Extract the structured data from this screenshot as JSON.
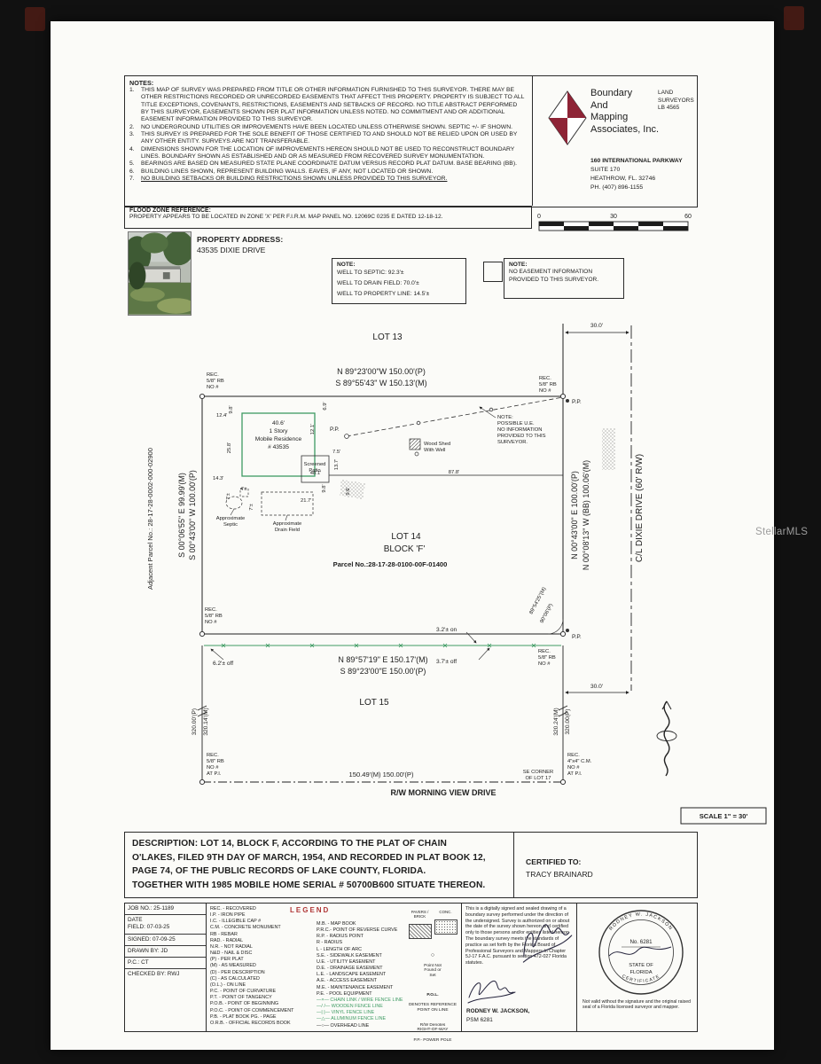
{
  "meta": {
    "watermark": "StellarMLS"
  },
  "header": {
    "notes_title": "NOTES:",
    "notes": [
      {
        "num": "1.",
        "text": "THIS MAP OF SURVEY WAS PREPARED FROM TITLE OR OTHER INFORMATION FURNISHED TO THIS SURVEYOR. THERE MAY BE OTHER RESTRICTIONS RECORDED OR UNRECORDED EASEMENTS THAT AFFECT THIS PROPERTY. PROPERTY IS SUBJECT TO ALL TITLE EXCEPTIONS, COVENANTS, RESTRICTIONS, EASEMENTS AND SETBACKS OF RECORD. NO TITLE ABSTRACT PERFORMED BY THIS SURVEYOR, EASEMENTS SHOWN PER PLAT INFORMATION UNLESS NOTED. NO COMMITMENT AND OR ADDITIONAL EASEMENT INFORMATION PROVIDED TO THIS SURVEYOR."
      },
      {
        "num": "2.",
        "text": "NO UNDERGROUND UTILITIES OR IMPROVEMENTS HAVE BEEN LOCATED UNLESS OTHERWISE SHOWN. SEPTIC +/- IF SHOWN."
      },
      {
        "num": "3.",
        "text": "THIS SURVEY IS PREPARED FOR THE SOLE BENEFIT OF THOSE CERTIFIED TO AND SHOULD NOT BE RELIED UPON OR USED BY ANY OTHER ENTITY. SURVEYS ARE NOT TRANSFERABLE."
      },
      {
        "num": "4.",
        "text": "DIMENSIONS SHOWN FOR THE LOCATION OF IMPROVEMENTS HEREON SHOULD NOT BE USED TO RECONSTRUCT BOUNDARY LINES. BOUNDARY SHOWN AS ESTABLISHED AND OR AS MEASURED FROM RECOVERED SURVEY MONUMENTATION."
      },
      {
        "num": "5.",
        "text": "BEARINGS ARE BASED ON MEASURED STATE PLANE COORDINATE DATUM VERSUS RECORD PLAT DATUM.  BASE BEARING (BB)."
      },
      {
        "num": "6.",
        "text": "BUILDING LINES SHOWN, REPRESENT BUILDING WALLS. EAVES, IF ANY, NOT LOCATED OR SHOWN."
      },
      {
        "num": "7.",
        "text": "NO BUILDING SETBACKS OR BUILDING RESTRICTIONS SHOWN UNLESS PROVIDED TO THIS SURVEYOR."
      }
    ],
    "flood_title": "FLOOD ZONE REFERENCE:",
    "flood_text": "PROPERTY APPEARS TO BE LOCATED IN ZONE 'X' PER F.I.R.M. MAP PANEL NO. 12069C 0235 E DATED 12-18-12.",
    "company": {
      "name1": "Boundary",
      "name2": "And",
      "name3": "Mapping",
      "name4": "Associates, Inc.",
      "type1": "LAND",
      "type2": "SURVEYORS",
      "type3": "LB 4565",
      "addr1": "160 INTERNATIONAL PARKWAY",
      "addr2": "SUITE 170",
      "addr3": "HEATHROW, FL. 32746",
      "addr4": "PH. (407) 896-1155"
    },
    "scalebar": {
      "t0": "0",
      "t30": "30",
      "t60": "60"
    }
  },
  "property": {
    "label": "PROPERTY ADDRESS:",
    "address": "43535 DIXIE DRIVE"
  },
  "well_note": {
    "title": "NOTE:",
    "lines": [
      "WELL TO SEPTIC: 92.3'±",
      "WELL TO DRAIN FIELD: 70.0'±",
      "WELL TO PROPERTY LINE: 14.5'±"
    ]
  },
  "easement_note": {
    "title": "NOTE:",
    "lines": [
      "NO EASEMENT INFORMATION",
      "PROVIDED TO THIS SURVEYOR."
    ]
  },
  "survey": {
    "lot13": "LOT 13",
    "lot14": "LOT 14",
    "block": "BLOCK 'F'",
    "lot15": "LOT 15",
    "parcel": "Parcel No.:28-17-28-0100-00F-01400",
    "adjacent": "Adjacent Parcel No.: 28-17-28-0002-000-02900",
    "brg_n_p": "N 89°23'00\"W  150.00'(P)",
    "brg_n_m": "S 89°55'43\" W  150.13'(M)",
    "brg_s_m": "N 89°57'19\" E  150.17'(M)",
    "brg_s_p": "S 89°23'00\"E  150.00'(P)",
    "brg_w_m": "S 00°06'55\" E  99.99'(M)",
    "brg_w_p": "S 00°43'00\" W 100.00'(P)",
    "brg_e_p": "N 00°43'00\" E  100.00'(P)",
    "brg_e_m": "N 00°08'13\" W  (BB) 100.06'(M)",
    "dixie": "C/L DIXIE DRIVE (60' R/W)",
    "morning": "R/W MORNING VIEW DRIVE",
    "rec_rb": [
      "REC.",
      "5/8\" RB",
      "NO #"
    ],
    "rec_rb_pi": [
      "REC.",
      "5/8\" RB",
      "NO #",
      "AT P.I."
    ],
    "rec_cm_pi": [
      "REC.",
      "4\"x4\" C.M.",
      "NO #",
      "AT P.I."
    ],
    "pp": "P.P.",
    "ue_note": [
      "NOTE:",
      "POSSIBLE U.E.",
      "NO INFORMATION",
      "PROVIDED TO THIS",
      "SURVEYOR."
    ],
    "house": [
      "40.6'",
      "1 Story",
      "Mobile Residence",
      "# 43535"
    ],
    "patio": [
      "Screened",
      "Patio"
    ],
    "shed": [
      "Wood Shed",
      "With Well"
    ],
    "septic": [
      "Approximate",
      "Septic"
    ],
    "drain": [
      "Approximate",
      "Drain Field"
    ],
    "angle_m": "89°54'25\"(M)",
    "angle_p": "90°06'(P)",
    "on32": "3.2'± on",
    "off37": "3.7'± off",
    "off62": "6.2'± off",
    "v_l1": "320.00'(P)",
    "v_l2": "320.14'(M)",
    "v_r1": "320.24'(M)",
    "v_r2": "320.00(P)",
    "dim150": "150.49'(M)   150.00'(P)",
    "se17a": "SE CORNER",
    "se17b": "OF LOT 17",
    "n30": "30.0'",
    "scale_note": "SCALE 1\" = 30'",
    "dims": {
      "d124": "12.4'",
      "d98a": "9.8'",
      "d69": "6.9'",
      "d121": "12.1'",
      "d75": "7.5'",
      "d137": "13.7'",
      "d258": "25.8'",
      "d143": "14.3'",
      "d481": "48.1'",
      "d878": "87.8'",
      "d217": "21.7'",
      "d98b": "9.8'",
      "d96": "9.6'",
      "d7a": "7'±",
      "d4": "4'±",
      "d7b": "7'±"
    }
  },
  "description": {
    "text": "DESCRIPTION: LOT 14,  BLOCK F, ACCORDING TO THE  PLAT OF CHAIN\nO'LAKES, FILED 9TH DAY OF MARCH, 1954, AND RECORDED IN PLAT BOOK 12,\nPAGE 74, OF THE PUBLIC RECORDS OF LAKE COUNTY, FLORIDA.\nTOGETHER WITH 1985 MOBILE HOME SERIAL # 50700B600 SITUATE THEREON."
  },
  "certified": {
    "label": "CERTIFIED TO:",
    "name": "TRACY BRAINARD"
  },
  "jobinfo": {
    "rows": [
      "JOB NO.: 25-1189",
      "DATE\nFIELD:  07-03-25",
      "SIGNED:  07-09-25",
      "DRAWN BY: JD",
      "P.C.: CT",
      "CHECKED BY: RWJ"
    ]
  },
  "legend": {
    "title": "LEGEND",
    "col1": [
      "REC. - RECOVERED",
      "I.P. - IRON PIPE",
      "I.C. - ILLEGIBLE CAP #",
      "C.M. - CONCRETE MONUMENT",
      "RB - REBAR",
      "RAD. - RADIAL",
      "N.R. - NOT RADIAL",
      "N&D - NAIL & DISC",
      "(P) - PER PLAT",
      "(M) - AS MEASURED",
      "(D) - PER DESCRIPTION",
      "(C) - AS CALCULATED",
      "(O.L.) - ON LINE",
      "P.C. - POINT OF CURVATURE",
      "P.T. - POINT OF TANGENCY",
      "P.O.B. - POINT OF BEGINNING",
      "P.O.C. - POINT OF COMMENCEMENT",
      "P.B. - PLAT BOOK    PG. - PAGE",
      "O.R.B. - OFFICIAL RECORDS BOOK"
    ],
    "col2": [
      "M.B. - MAP BOOK",
      "P.R.C.- POINT OF REVERSE CURVE",
      "R.P. - RADIUS POINT",
      "R - RADIUS",
      "L - LENGTH OF ARC",
      "S.E. - SIDEWALK EASEMENT",
      "U.E. - UTILITY EASEMENT",
      "D.E. - DRAINAGE EASEMENT",
      "L.E. - LANDSCAPE EASEMENT",
      "A.E. - ACCESS EASEMENT",
      "M.E. - MAINTENANCE EASEMENT",
      "P.E. - POOL EQUIPMENT"
    ],
    "fences": [
      "—×— CHAIN LINK / WIRE FENCE LINE",
      "—/ /— WOODEN FENCE LINE",
      "—| |— VINYL FENCE LINE",
      "—△— ALUMINUM FENCE LINE"
    ],
    "overhead": "—○— OVERHEAD LINE",
    "pavers": "PAVERS /\nBRICK",
    "conc": "CONC.",
    "point_sym": "○",
    "point": "Point Not\nFound or\nSet",
    "pol1": "P.O.L.",
    "pol2": "DENOTES REFERENCE\nPOINT ON LINE",
    "rw": "R/W Denotes\nRIGHT-OF-WAY",
    "pp": "P.P.- POWER POLE"
  },
  "signature": {
    "statement": "This is a digitally signed and sealed drawing of a boundary survey performed under the direction of the undersigned. Survey is authorized on or about the date of the survey shown hereon and certified only to those persons and/or entities listed hereon The boundary survey meets the standards of practice as set forth by the Florida Board of Professional Surveyors and Mappers In Chapter 5J-17 F.A.C. pursuant to section 472-027 Florida statutes.",
    "name": "RODNEY W. JACKSON,",
    "title": "PSM 6281",
    "disclaimer": "Not valid without the signature and the original raised seal of a Florida licensed surveyor and mapper."
  },
  "seal": {
    "no": "No.   6281",
    "state1": "STATE OF",
    "state2": "FLORIDA",
    "ring_top": "RODNEY W. JACKSON",
    "ring_bottom": "CERTIFICATE"
  }
}
